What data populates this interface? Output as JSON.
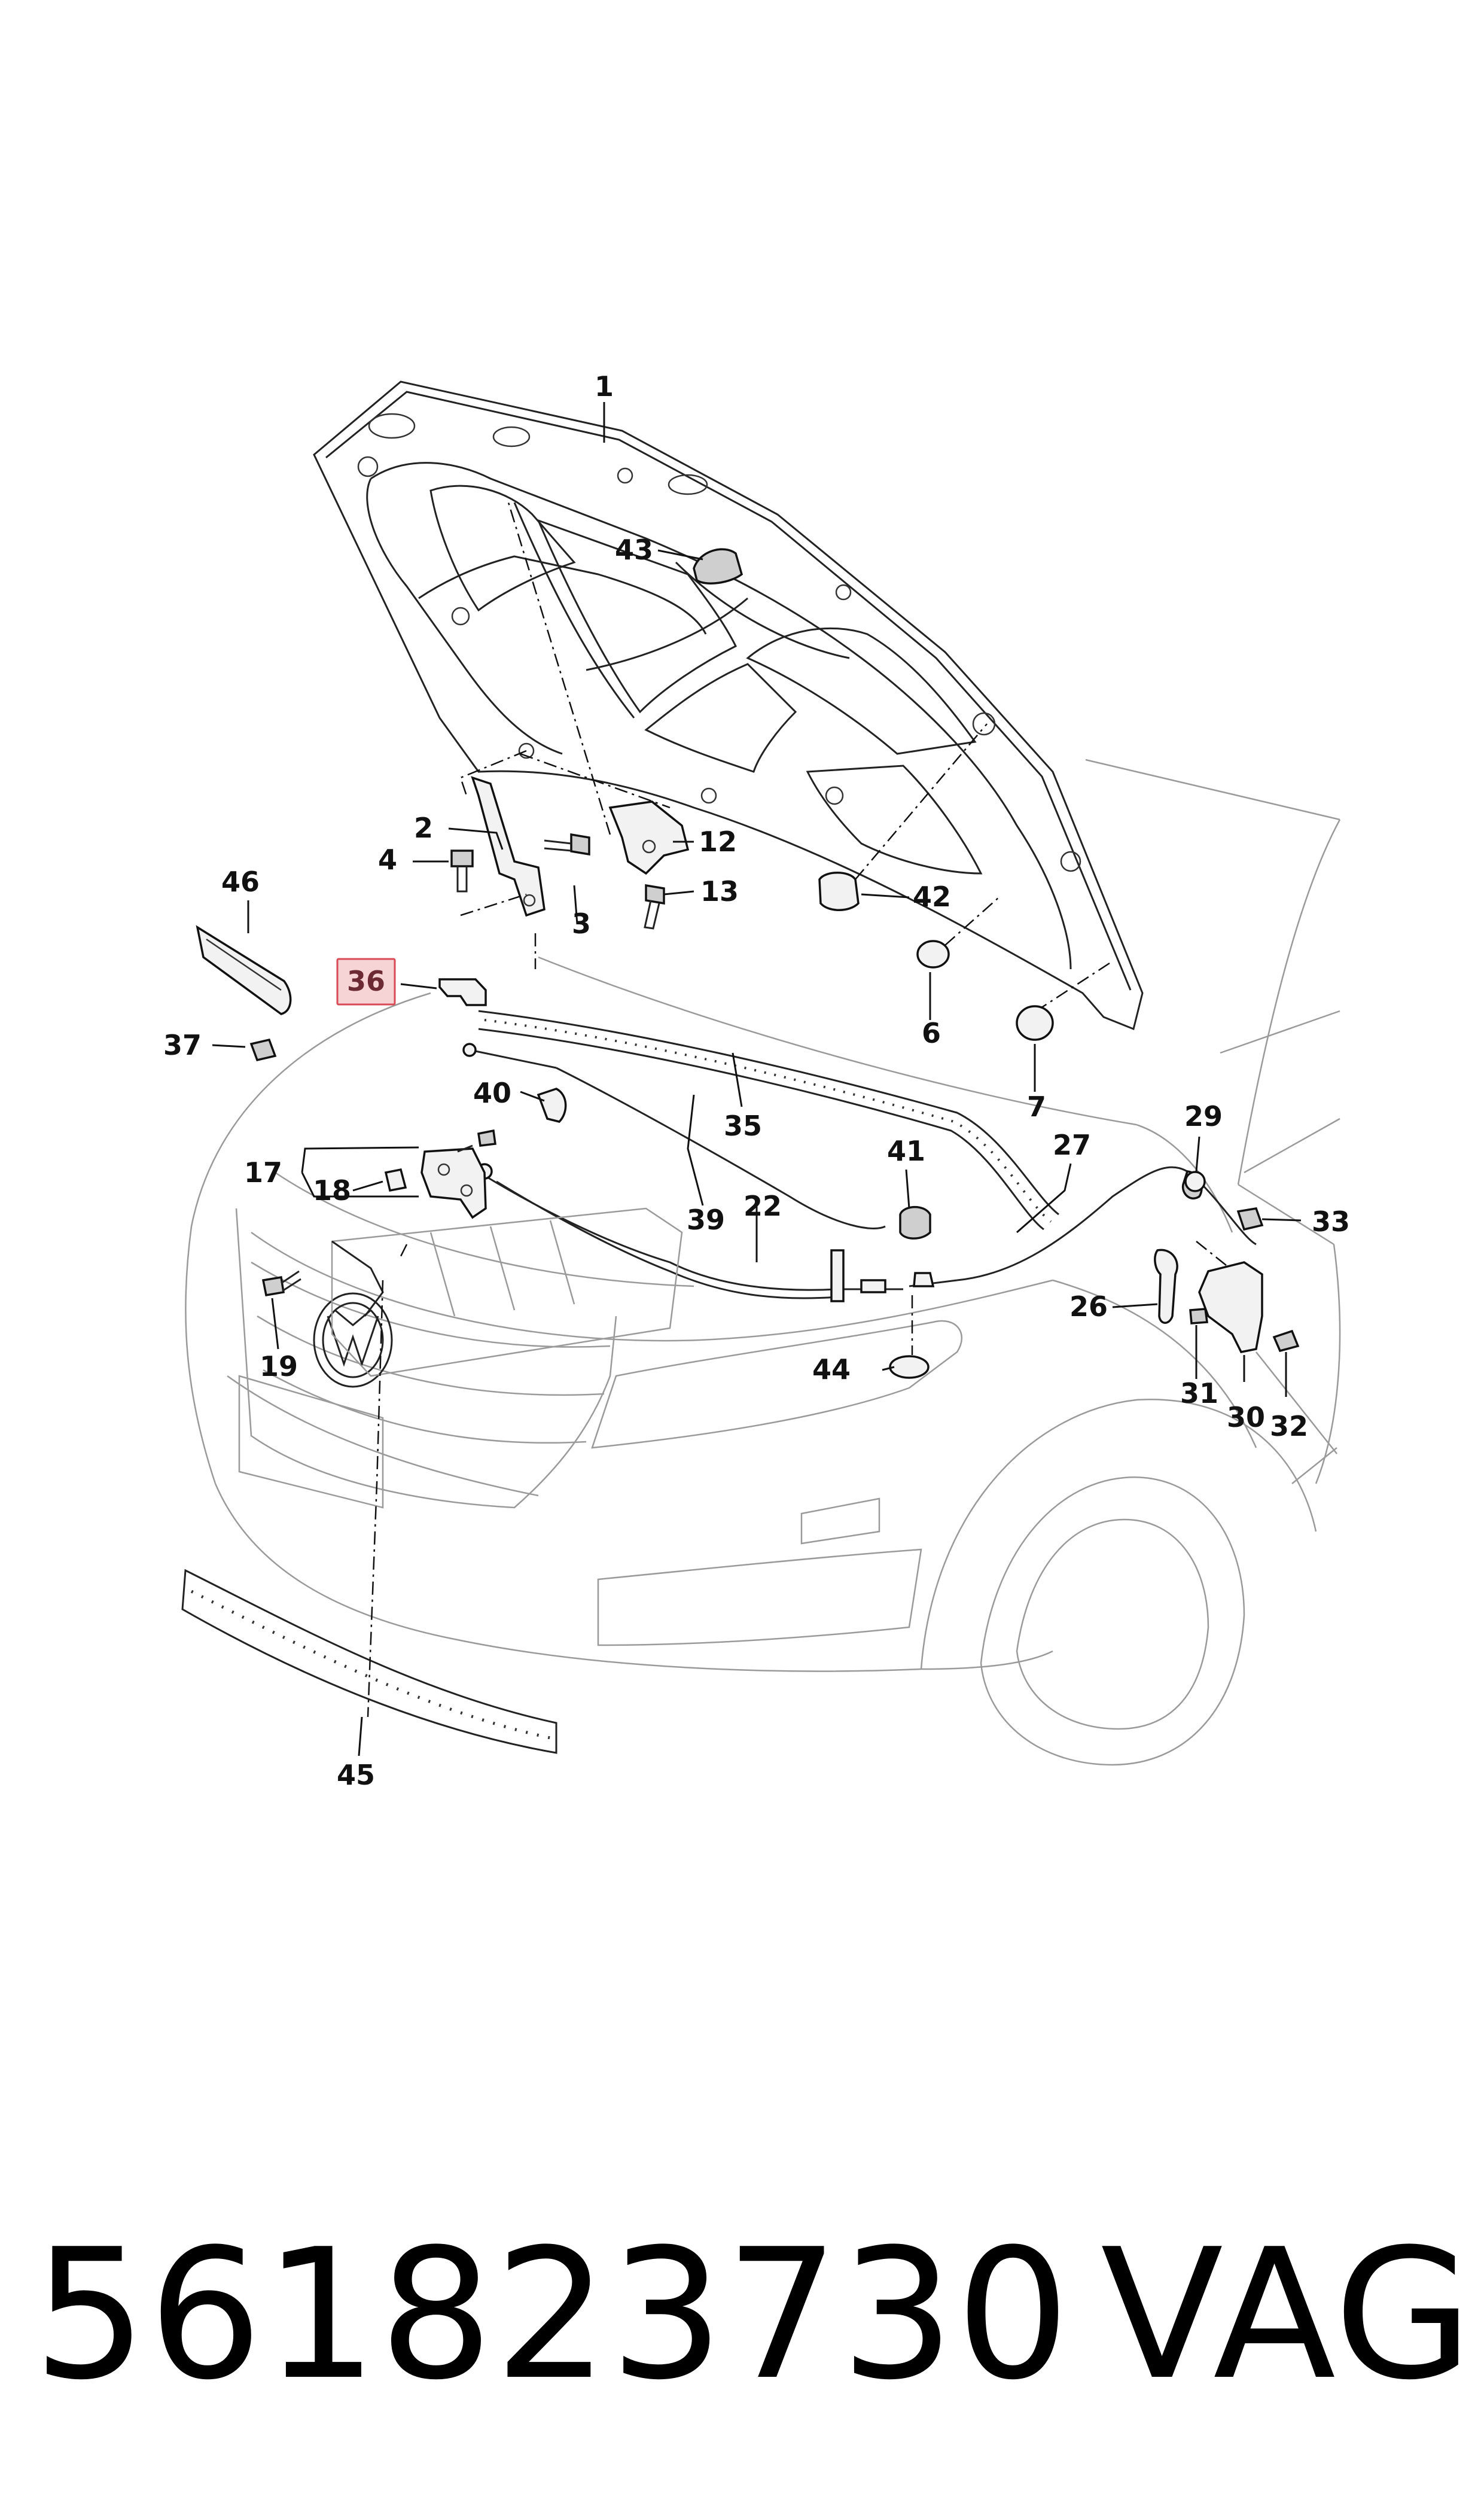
{
  "part_number": "561823730",
  "brand": "VAG",
  "highlighted_callout": "36",
  "highlight_color": "#f6d3d5",
  "highlight_border": "#d84a55",
  "callouts": {
    "c1": "1",
    "c2": "2",
    "c3": "3",
    "c4": "4",
    "c6": "6",
    "c7": "7",
    "c12": "12",
    "c13": "13",
    "c17": "17",
    "c18": "18",
    "c19": "19",
    "c22": "22",
    "c26": "26",
    "c27": "27",
    "c29": "29",
    "c30": "30",
    "c31": "31",
    "c32": "32",
    "c33": "33",
    "c35": "35",
    "c36": "36",
    "c37": "37",
    "c39": "39",
    "c40": "40",
    "c41": "41",
    "c42": "42",
    "c43": "43",
    "c44": "44",
    "c45": "45",
    "c46": "46"
  }
}
